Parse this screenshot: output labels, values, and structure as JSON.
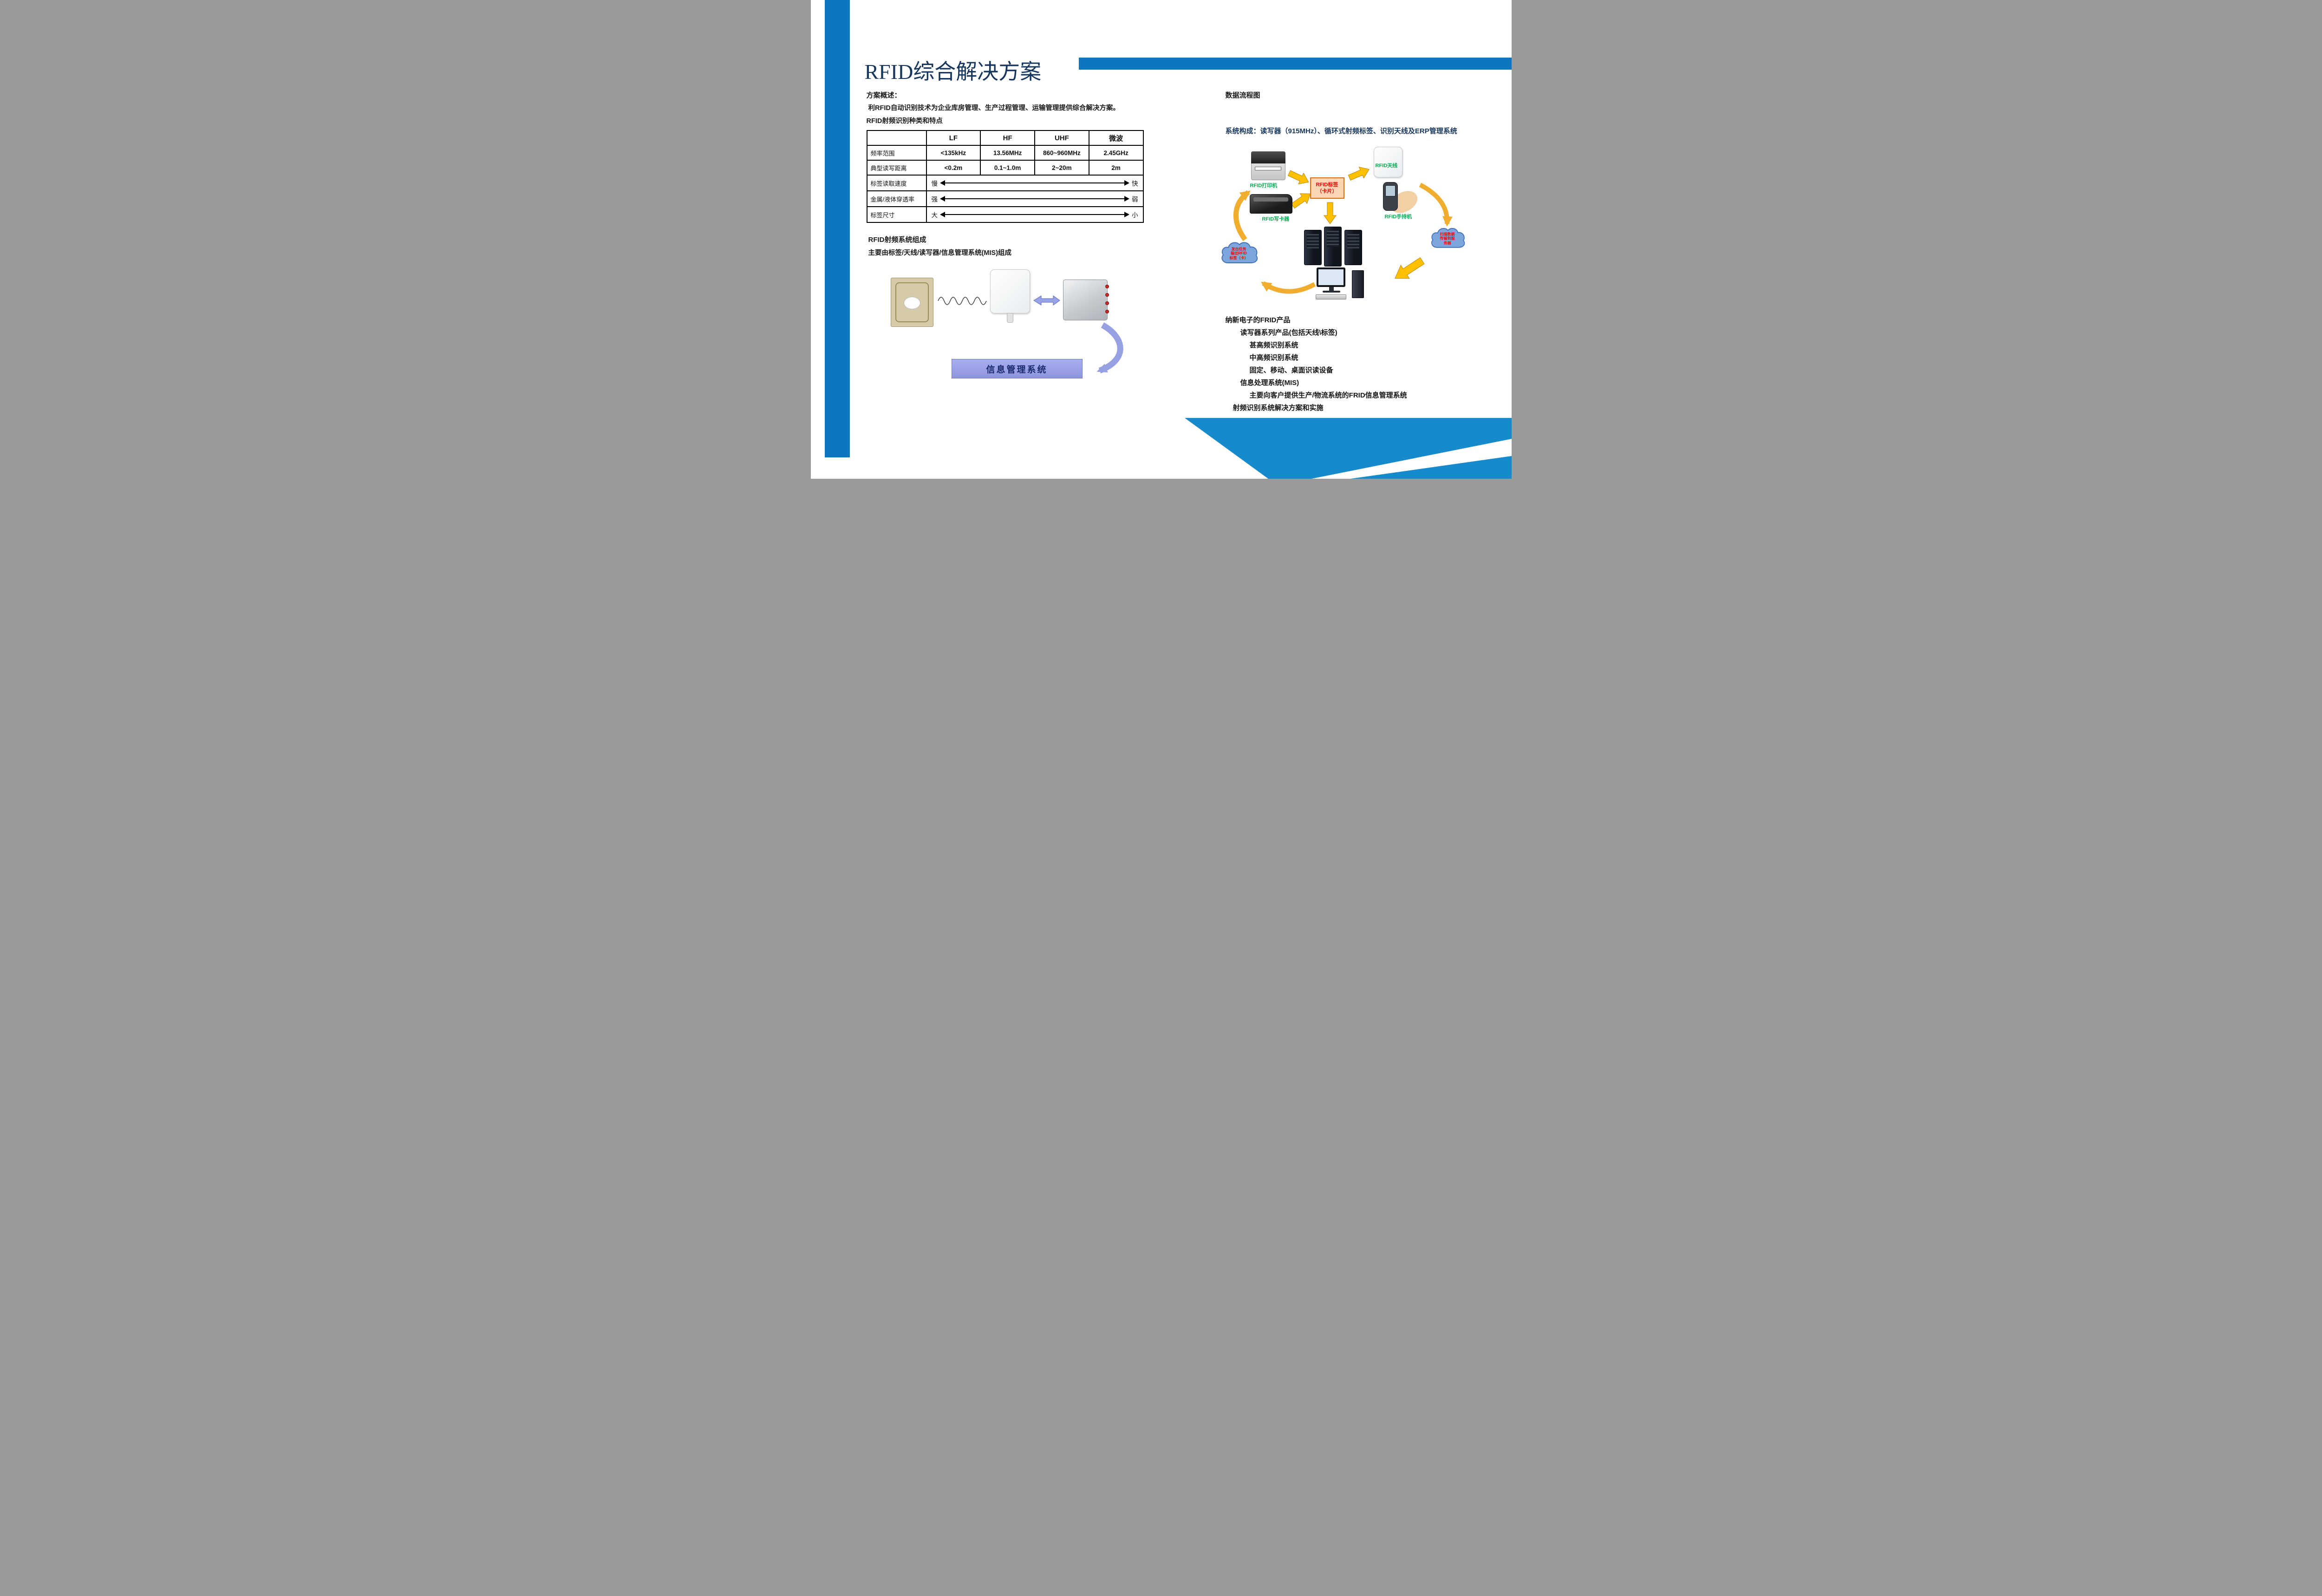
{
  "page": {
    "title": "RFID综合解决方案"
  },
  "left": {
    "overview_label": "方案概述：",
    "overview_text": "利RFID自动识别技术为企业库房管理、生产过程管理、运输管理提供综合解决方案。",
    "table_caption": "RFID射频识别种类和特点",
    "table": {
      "headers": [
        "LF",
        "HF",
        "UHF",
        "微波"
      ],
      "rows": [
        {
          "label": "频率范围",
          "values": [
            "<135kHz",
            "13.56MHz",
            "860~960MHz",
            "2.45GHz"
          ]
        },
        {
          "label": "典型读写距离",
          "values": [
            "<0.2m",
            "0.1~1.0m",
            "2~20m",
            "2m"
          ]
        }
      ],
      "arrow_rows": [
        {
          "label": "标签读取速度",
          "left": "慢",
          "right": "快"
        },
        {
          "label": "金属/液体穿透率",
          "left": "强",
          "right": "弱"
        },
        {
          "label": "标签尺寸",
          "left": "大",
          "right": "小"
        }
      ]
    },
    "system_heading": "RFID射频系统组成",
    "system_text": "主要由标签/天线/读写器/信息管理系统(MIS)组成",
    "mis_label": "信息管理系统"
  },
  "right": {
    "flow_title": "数据流程图",
    "system_line": "系统构成：读写器（915MHz）、循环式射频标签、识别天线及ERP管理系统",
    "labels": {
      "printer": "RFID打印机",
      "writer": "RFID写卡器",
      "tag": "RFID标签\n（卡片）",
      "antenna": "RFID天线",
      "handheld": "RFID手持机",
      "cloud_left": "发出任务\n输出RFID\n标签（卡）",
      "cloud_right": "扫描数据\n传输到服\n务器"
    },
    "products": [
      "纳新电子的FRID产品",
      "读写器系列产品(包括天线\\标签)",
      "甚高频识别系统",
      "中高频识别系统",
      "固定、移动、桌面识读设备",
      "信息处理系统(MIS)",
      "主要向客户提供生产/物流系统的FRID信息管理系统",
      "射频识别系统解决方案和实施"
    ]
  },
  "colors": {
    "accent_blue": "#0d76c0",
    "bottom_blue": "#1789cd",
    "title_navy": "#17365d",
    "label_green": "#00b050",
    "alert_red": "#ff0000",
    "arrow_yellow": "#ffc000",
    "curve_gold": "#f0ad2e",
    "mis_purple": "#9aa0e8"
  }
}
